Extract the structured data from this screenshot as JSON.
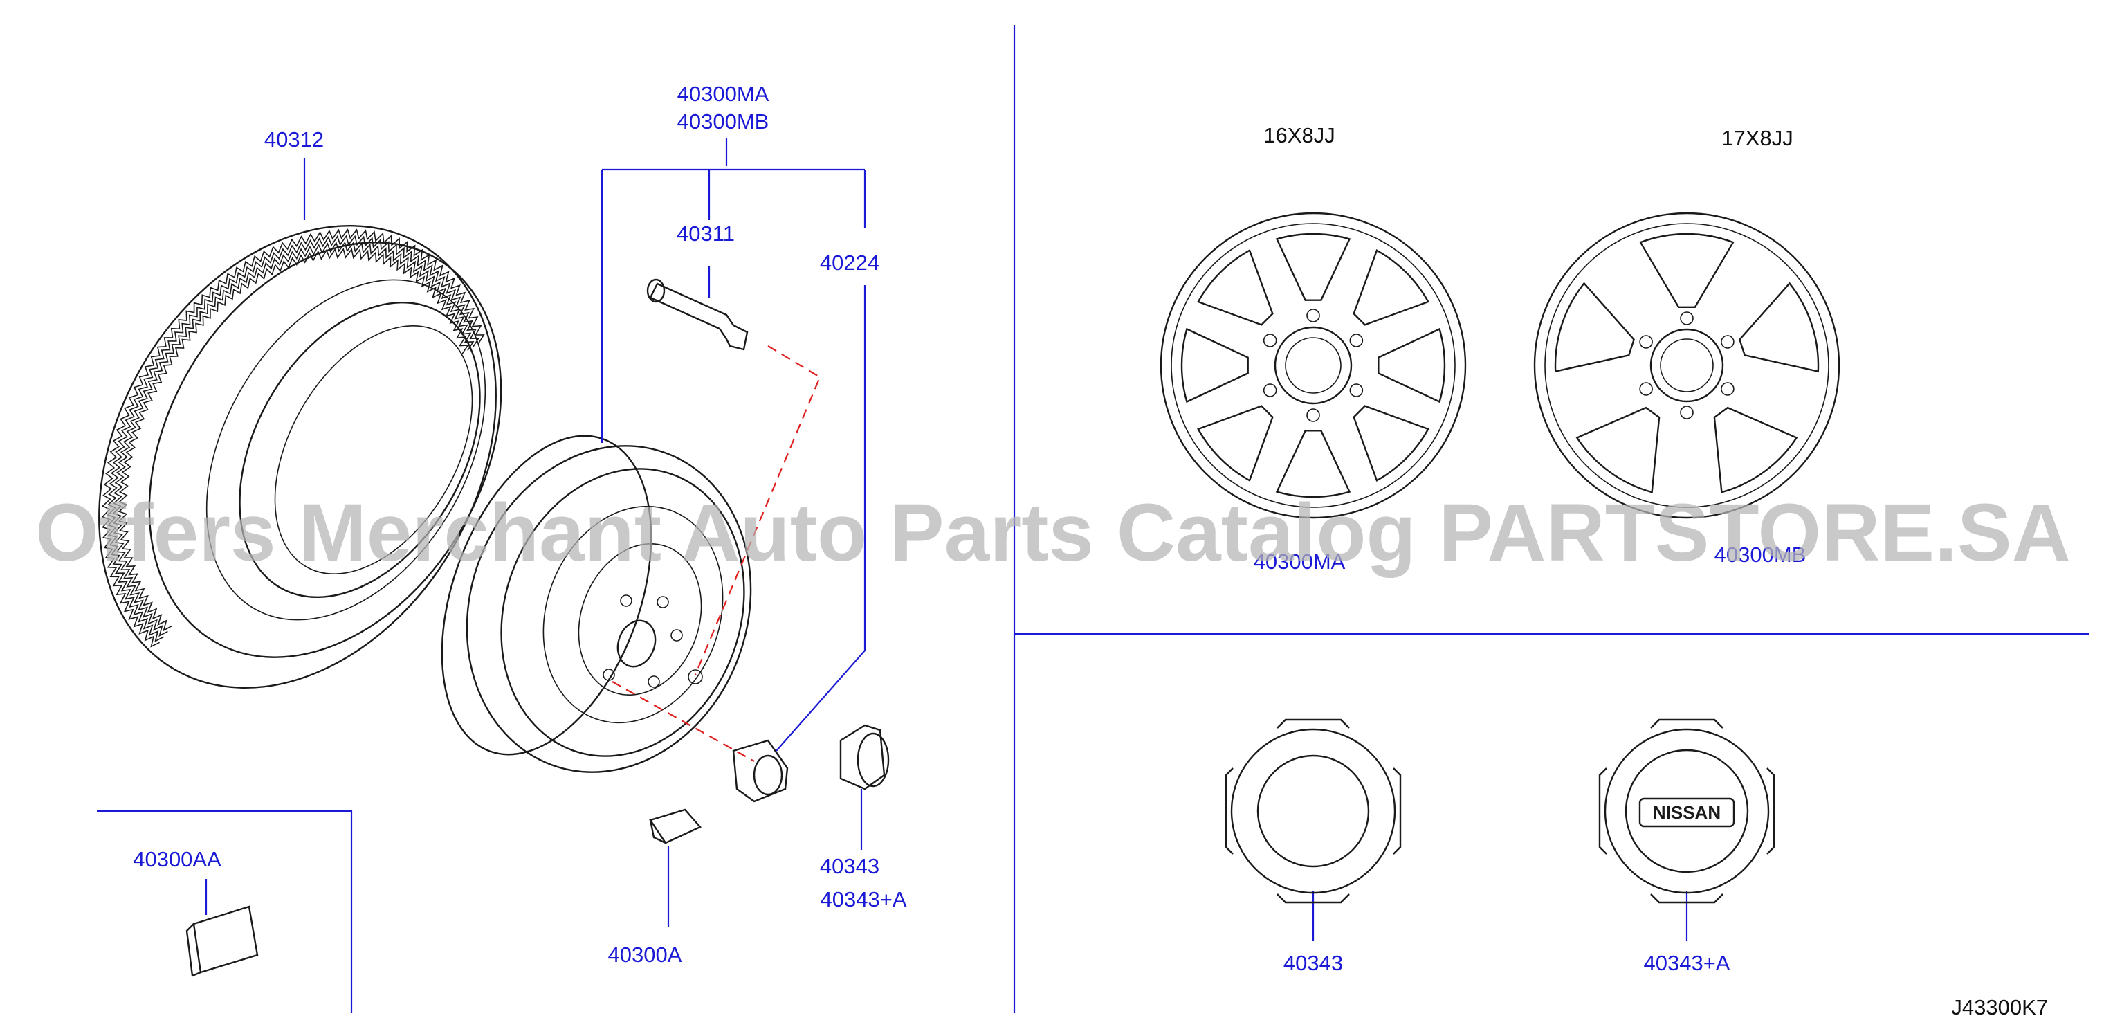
{
  "labels": {
    "tire": "40312",
    "wheel_assembly_a": "40300MA",
    "wheel_assembly_b": "40300MB",
    "valve": "40311",
    "nut": "40224",
    "cap_std_a": "40343",
    "cap_std_b": "40343+A",
    "balance_weight": "40300A",
    "weight_pack": "40300AA",
    "wheel_16": "40300MA",
    "wheel_17": "40300MB",
    "ornament_plain": "40343",
    "ornament_logo": "40343+A"
  },
  "sizes": {
    "wheel_16": "16X8JJ",
    "wheel_17": "17X8JJ"
  },
  "logo_text": "NISSAN",
  "diagram_code": "J43300K7",
  "watermark": "Offers Merchant Auto Parts Catalog PARTSTORE.SA",
  "colors": {
    "callout": "#1a1ad6",
    "line_art": "#1a1a1a",
    "leader_dashed": "#e02020",
    "watermark": "#b4b4b4",
    "divider": "#1a1ad6"
  }
}
